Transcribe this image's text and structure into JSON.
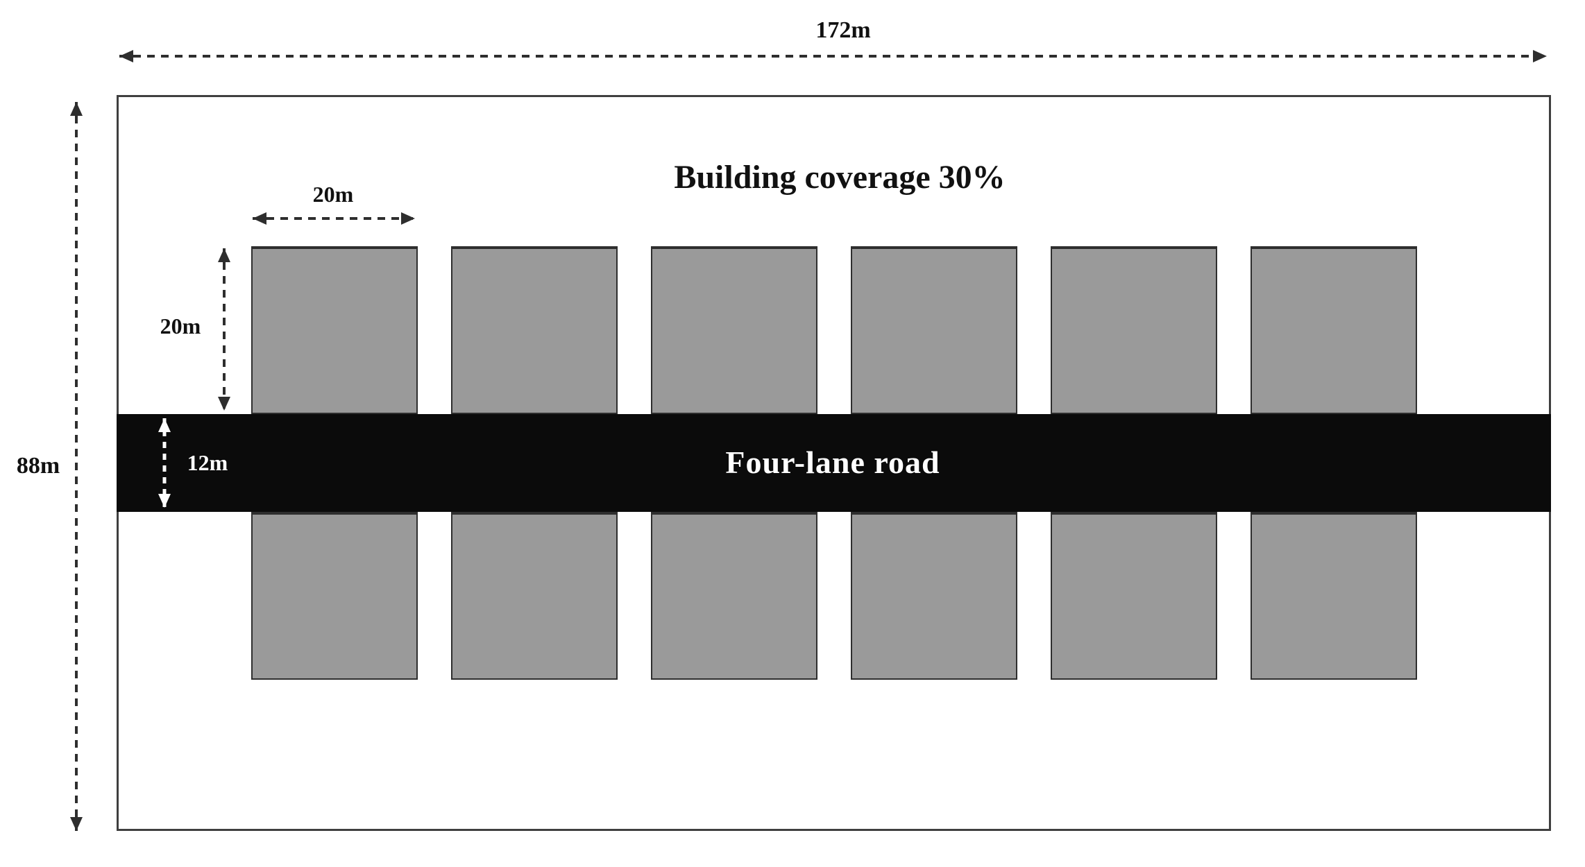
{
  "diagram": {
    "title": "Building coverage 30%",
    "site": {
      "width_label": "172m",
      "height_label": "88m"
    },
    "road": {
      "label": "Four-lane road",
      "width_label": "12m"
    },
    "building": {
      "width_label": "20m",
      "height_label": "20m",
      "rows": 2,
      "per_row": 6,
      "total": 12
    },
    "colors": {
      "building_fill": "#9a9a9a",
      "building_border": "#2e2e2e",
      "road_fill": "#0b0b0b",
      "road_text": "#ffffff",
      "outline": "#3f3f3f",
      "dimension_line": "#2e2e2e"
    }
  }
}
